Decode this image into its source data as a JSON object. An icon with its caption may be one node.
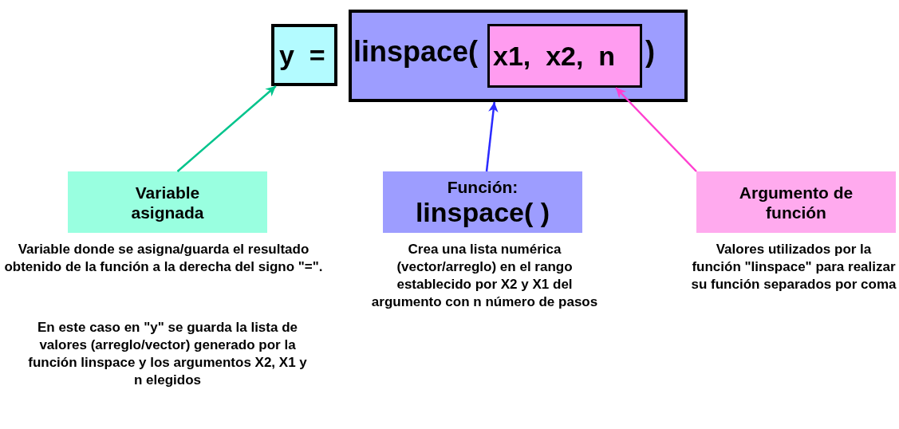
{
  "diagram": {
    "nodes": [
      {
        "text": [
          "y  ="
        ]
      },
      {
        "text": [
          "linspace(",
          ")"
        ]
      },
      {
        "text": [
          "x1,  x2,  n"
        ],
        "in": 1
      },
      {
        "text": [
          "Variable asignada"
        ],
        "beside": [
          "Variable donde se asigna/guarda el resultado obtenido de la función a la derecha del signo \"=\".",
          "En este caso en \"y\" se guarda la lista de valores (arreglo/vector) generado por la función linspace y los argumentos X2, X1 y n elegidos"
        ]
      },
      {
        "text": [
          "Función:",
          "linspace( )"
        ],
        "beside": [
          "Crea una lista numérica (vector/arreglo) en el rango establecido por X2 y X1 del argumento con n número de pasos"
        ]
      },
      {
        "text": [
          "Argumento de función"
        ],
        "beside": [
          "Valores utilizados por la función \"linspace\" para realizar su función separados por coma"
        ]
      }
    ],
    "edges": [
      {
        "from": 3,
        "to": 0,
        "arrow": "to",
        "color": "#00c48c"
      },
      {
        "from": 4,
        "to": 1,
        "arrow": "to",
        "color": "#2b2bff"
      },
      {
        "from": 5,
        "to": 2,
        "arrow": "to",
        "color": "#ff3fd0"
      }
    ]
  }
}
